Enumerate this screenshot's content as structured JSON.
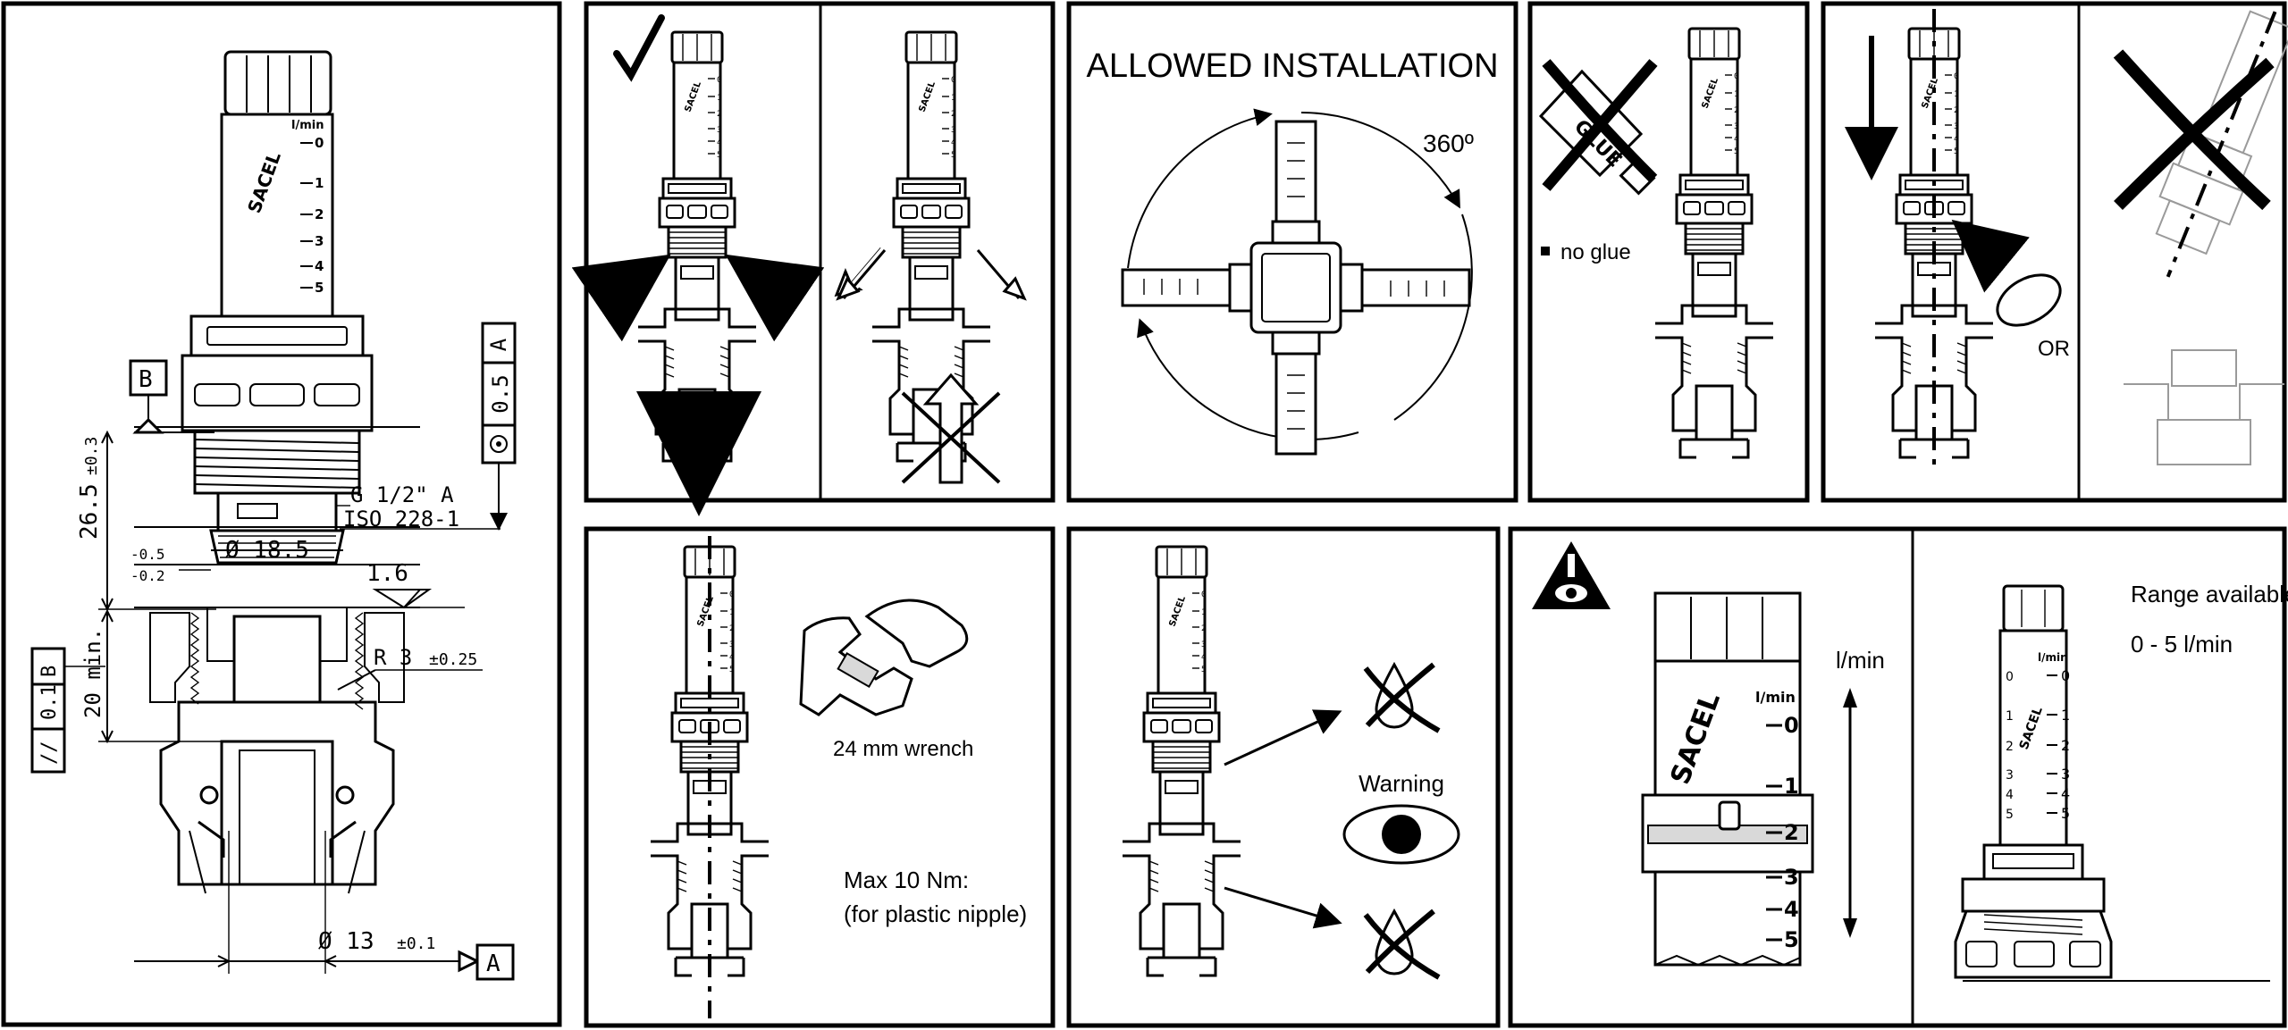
{
  "technical_drawing": {
    "datum_b": "B",
    "datum_a": "A",
    "tolerance_top_value": "0.5",
    "tolerance_top_datum": "A",
    "tolerance_side_symbol": "//",
    "tolerance_side_value": "0.1",
    "tolerance_side_datum": "B",
    "thread_line1": "G 1/2\" A",
    "thread_line2": "ISO 228-1",
    "dim_height": "26.5",
    "dim_height_tol": "±0.3",
    "dim_dia_18": "Ø 18.5",
    "tol_upper": "-0.5",
    "tol_lower": "-0.2",
    "roughness": "1.6",
    "dim_min": "20 min.",
    "radius": "R 3",
    "radius_tol": "±0.25",
    "dim_dia_13": "Ø 13",
    "dia_13_tol": "±0.1",
    "scale_unit": "l/min",
    "scale_numbers": [
      "0",
      "1",
      "2",
      "3",
      "4",
      "5"
    ],
    "brand": "SACEL"
  },
  "installation": {
    "allowed_title": "ALLOWED INSTALLATION",
    "rotation": "360º",
    "no_glue": "no glue",
    "glue_label": "GLUE",
    "or_label": "OR",
    "wrench": "24 mm wrench",
    "max_torque_line1": "Max 10 Nm:",
    "max_torque_line2": "(for plastic nipple)",
    "warning": "Warning"
  },
  "range_panel": {
    "unit": "l/min",
    "range_title": "Range available:",
    "range_value": "0 - 5 l/min",
    "big_scale_unit": "l/min",
    "big_scale_numbers": [
      "0",
      "1",
      "2",
      "3",
      "4",
      "5"
    ]
  }
}
